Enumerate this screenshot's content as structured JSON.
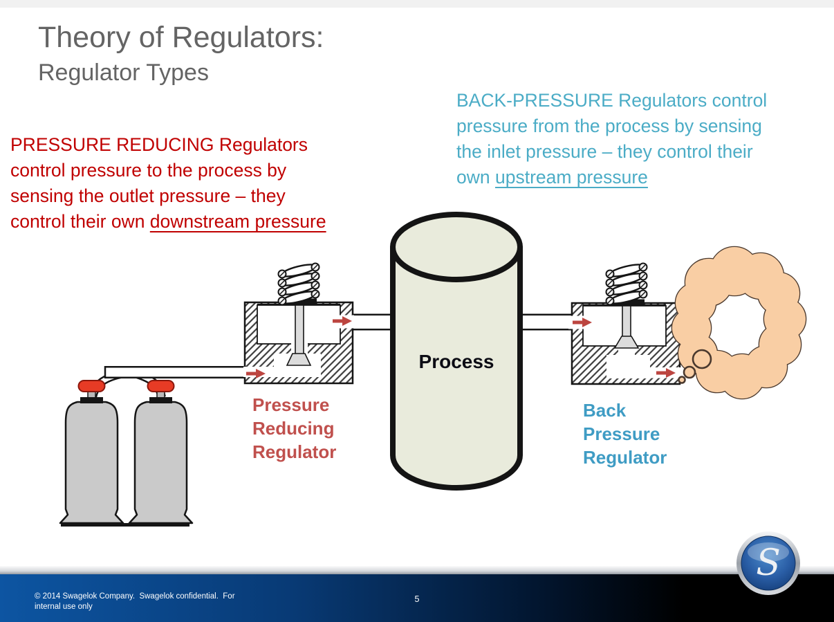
{
  "slide": {
    "title": {
      "line1": "Theory of Regulators:",
      "line2": "Regulator Types"
    },
    "pressure_reducing_note": {
      "lines": [
        "PRESSURE REDUCING Regulators",
        "control pressure to the process by",
        "sensing the outlet pressure – they"
      ],
      "last_line_prefix": "control their own ",
      "underlined_phrase": "downstream pressure"
    },
    "back_pressure_note": {
      "lines": [
        "BACK-PRESSURE Regulators control",
        "pressure from the process by sensing",
        "the inlet pressure – they control their"
      ],
      "last_line_prefix": "own ",
      "underlined_phrase": "upstream pressure"
    },
    "diagram": {
      "process_label": "Process",
      "pressure_reducing_label": [
        "Pressure",
        "Reducing",
        "Regulator"
      ],
      "back_pressure_label": [
        "Back",
        "Pressure",
        "Regulator"
      ]
    },
    "footer": {
      "copyright_line1": "© 2014 Swagelok Company.  Swagelok confidential.  For",
      "copyright_line2": "internal use only",
      "page_number": "5",
      "logo_letter": "S"
    },
    "colors": {
      "title_gray": "#646464",
      "note_red": "#c00000",
      "note_blue": "#4bacc6",
      "label_red": "#c0504d",
      "label_blue": "#3f9cc4",
      "arrow_red": "#bc4540",
      "process_fill": "#e9ebdc",
      "cloud_fill": "#f9cea4",
      "cylinder_gray": "#cacaca",
      "cap_red": "#e73b25",
      "footer_blue": "#0d55a2"
    }
  }
}
